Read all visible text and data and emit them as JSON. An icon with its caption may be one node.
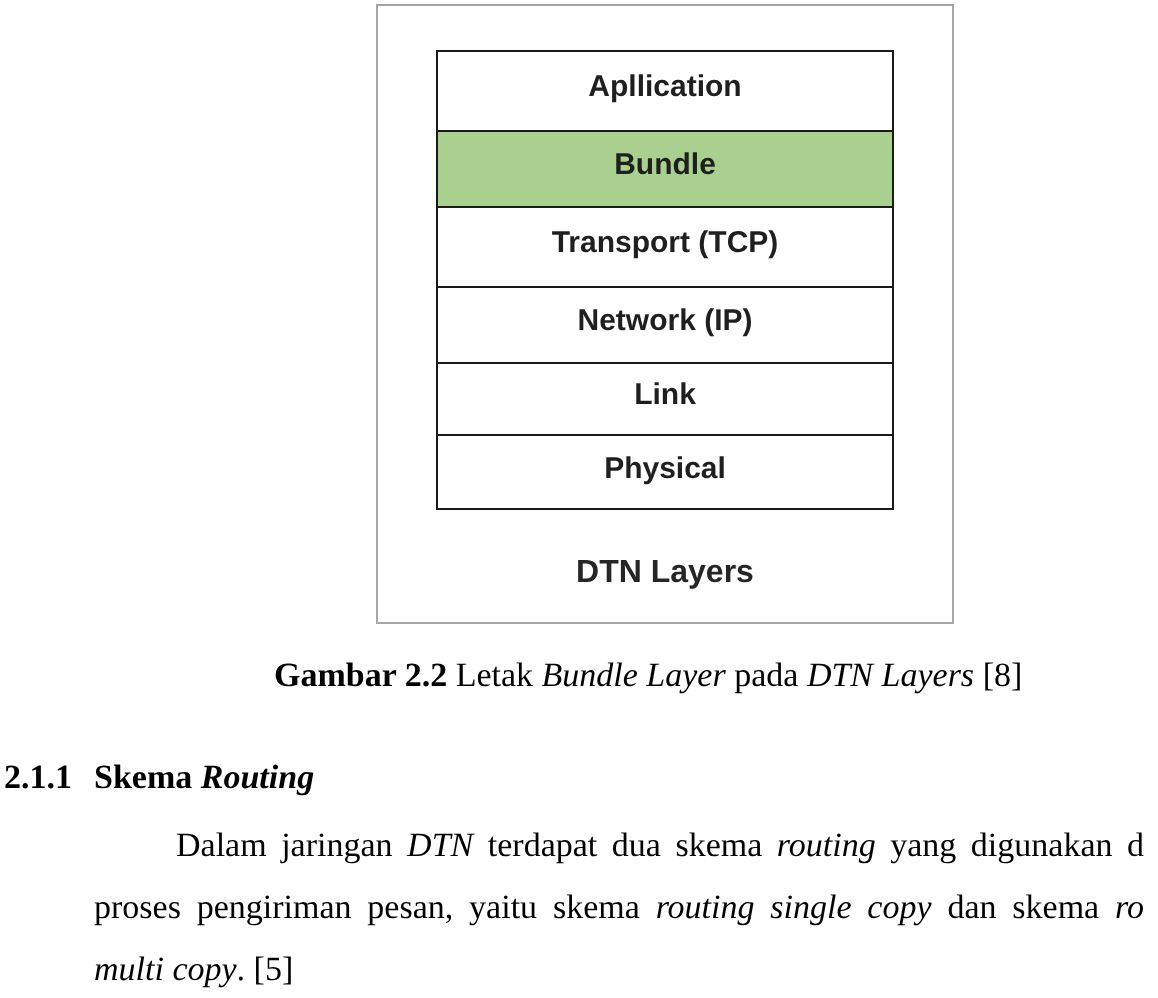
{
  "diagram": {
    "caption": "**Gambar 2.2** Letak *Bundle Layer* pada *DTN Layers* [8]",
    "nodes": [
      {
        "text": [
          "DTN Layers"
        ]
      },
      {
        "text": [
          "Apllication"
        ],
        "in": 0
      },
      {
        "text": [
          "Bundle"
        ],
        "in": 0
      },
      {
        "text": [
          "Transport (TCP)"
        ],
        "in": 0
      },
      {
        "text": [
          "Network (IP)"
        ],
        "in": 0
      },
      {
        "text": [
          "Link"
        ],
        "in": 0
      },
      {
        "text": [
          "Physical"
        ],
        "in": 0
      }
    ],
    "labels": [
      "2.1.1",
      "Skema *Routing*",
      "Dalam jaringan *DTN* terdapat dua skema *routing* yang digunakan d proses pengiriman pesan, yaitu skema *routing single copy* dan skema *ro multi copy*. [5]"
    ]
  }
}
